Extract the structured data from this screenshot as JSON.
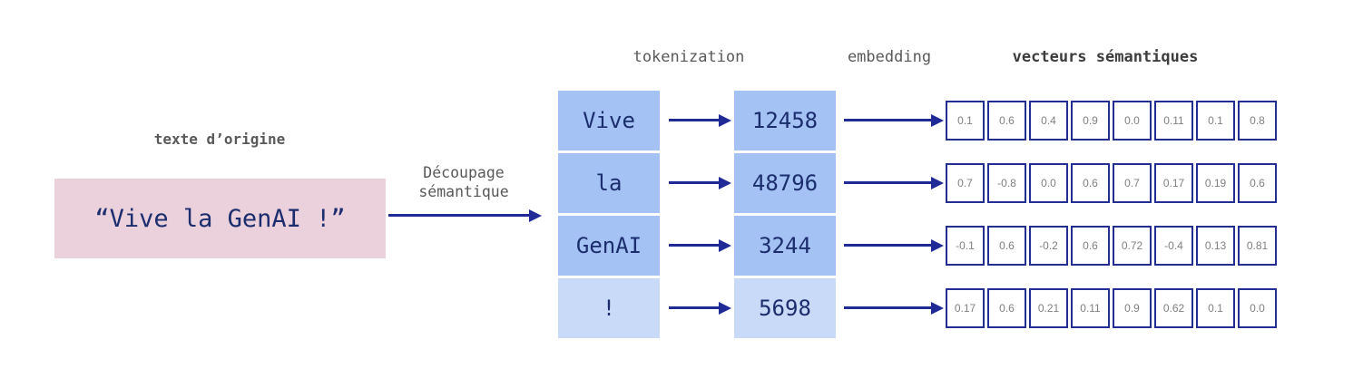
{
  "headers": {
    "tokenization": "tokenization",
    "embedding": "embedding",
    "vectors": "vecteurs sémantiques"
  },
  "source": {
    "label": "texte d’origine",
    "text": "“Vive la GenAI !”"
  },
  "process": {
    "line1": "Découpage",
    "line2": "sémantique"
  },
  "rows": [
    {
      "token": "Vive",
      "id": "12458",
      "vector": [
        "0.1",
        "0.6",
        "0.4",
        "0.9",
        "0.0",
        "0.11",
        "0.1",
        "0.8"
      ]
    },
    {
      "token": "la",
      "id": "48796",
      "vector": [
        "0.7",
        "-0.8",
        "0.0",
        "0.6",
        "0.7",
        "0.17",
        "0.19",
        "0.6"
      ]
    },
    {
      "token": "GenAI",
      "id": "3244",
      "vector": [
        "-0.1",
        "0.6",
        "-0.2",
        "0.6",
        "0.72",
        "-0.4",
        "0.13",
        "0.81"
      ]
    },
    {
      "token": "!",
      "id": "5698",
      "vector": [
        "0.17",
        "0.6",
        "0.21",
        "0.11",
        "0.9",
        "0.62",
        "0.1",
        "0.0"
      ]
    }
  ],
  "colors": {
    "box_blue": "#a4c2f4",
    "box_blue_light": "#c9daf8",
    "source_pink": "#ead1dc",
    "navy": "#1f2a96",
    "label_gray": "#595959"
  }
}
